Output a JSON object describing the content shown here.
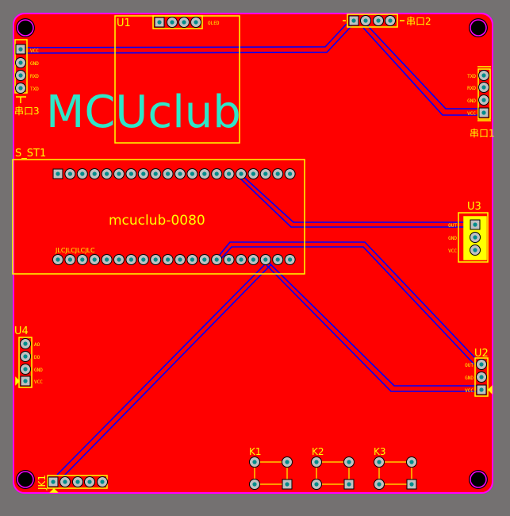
{
  "colors": {
    "background": "#747171",
    "board": "#ff0000",
    "edge": "#ff00ff",
    "silk": "#ffff00",
    "trace": "#0000ff",
    "pad": "#c0c0c0",
    "drill": "#008c8c",
    "logo": "#2ee6c8"
  },
  "logo": "MCUclub",
  "board_label": "mcuclub-0080",
  "jlc_label": "JLCJLCJLCJLC",
  "components": {
    "u1": {
      "ref": "U1",
      "pin_text": "OLED"
    },
    "uart3": {
      "ref": "串口3",
      "pins": [
        "VCC",
        "GND",
        "RXD",
        "TXD"
      ]
    },
    "uart2": {
      "ref": "串口2"
    },
    "uart1": {
      "ref": "串口1",
      "pins": [
        "TXD",
        "RXD",
        "GND",
        "VCC"
      ]
    },
    "s_st1": {
      "ref": "S_ST1"
    },
    "u3": {
      "ref": "U3",
      "pins": [
        "OUT",
        "GND",
        "VCC"
      ]
    },
    "u2": {
      "ref": "U2",
      "pins": [
        "OUT",
        "GND",
        "VCC"
      ]
    },
    "u4": {
      "ref": "U4",
      "pins": [
        "AO",
        "DO",
        "GND",
        "VCC"
      ]
    },
    "jk1": {
      "ref": "JK1"
    },
    "k1": {
      "ref": "K1"
    },
    "k2": {
      "ref": "K2"
    },
    "k3": {
      "ref": "K3"
    }
  }
}
